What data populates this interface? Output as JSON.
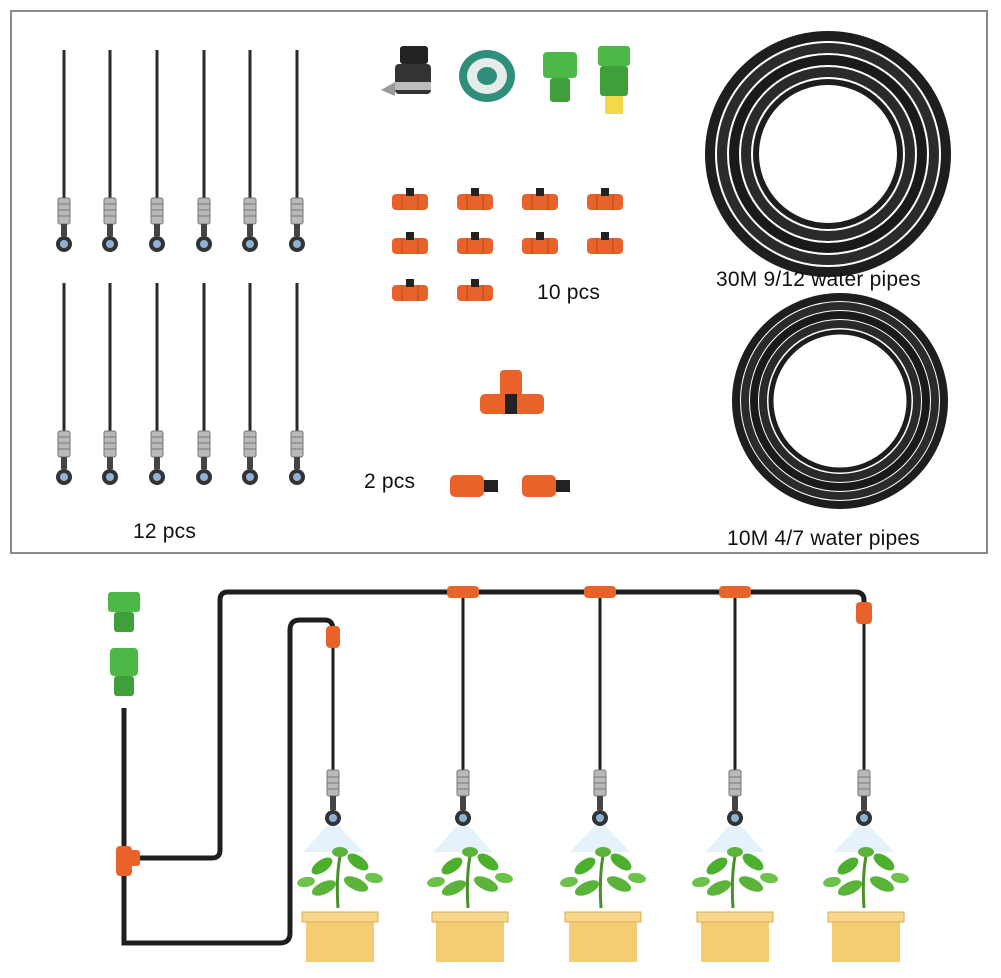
{
  "kit": {
    "nozzles_label": "12 pcs",
    "tees_label": "10 pcs",
    "end_plugs_label": "2 pcs",
    "pipe_large_label": "30M 9/12 water pipes",
    "pipe_small_label": "10M 4/7 water pipes"
  },
  "colors": {
    "pipe": "#1e1e1e",
    "connector": "#e8632a",
    "adapter": "#4cb848",
    "pot": "#f3cc73",
    "leaf": "#4caf2e",
    "panel_border": "#8a8a8a"
  }
}
